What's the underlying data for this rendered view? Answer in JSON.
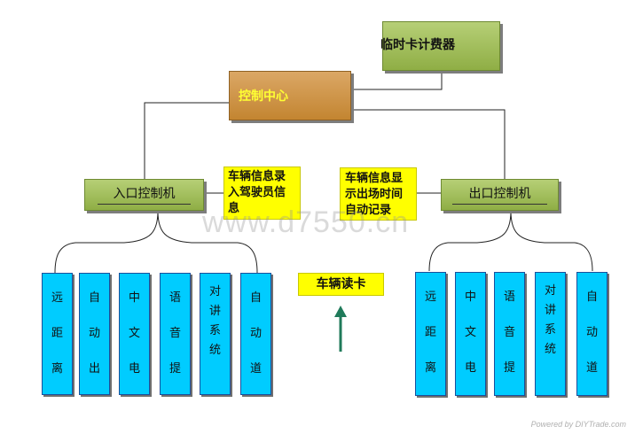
{
  "nodes": {
    "temp_card_meter": "临时卡计费器",
    "control_center": "控制中心",
    "entry_controller": "入口控制机",
    "exit_controller": "出口控制机",
    "entry_note": "车辆信息录入驾驶员信息",
    "exit_note": "车辆信息显示出场时间自动记录",
    "vehicle_reader": "车辆读卡"
  },
  "entry_modules": [
    "远距离",
    "自动出",
    "中文电",
    "语音提",
    "对讲系统",
    "自动道"
  ],
  "exit_modules": [
    "远距离",
    "中文电",
    "语音提",
    "对讲系统",
    "自动道"
  ],
  "watermark": "www.d7550.cn",
  "footer": "Powered by DIYTrade.com",
  "colors": {
    "green": "#9bbb59",
    "orange": "#c9893a",
    "yellow": "#ffff00",
    "cyan": "#00ccff",
    "arrow": "#1f7a5a"
  }
}
